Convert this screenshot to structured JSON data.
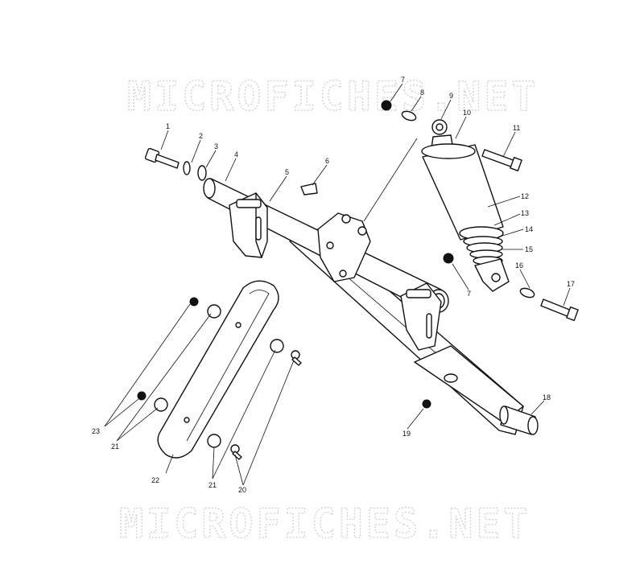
{
  "watermark": {
    "top": "MICROFICHES.NET",
    "bottom": "MICROFICHES.NET"
  },
  "callouts": {
    "c1": "1",
    "c2": "2",
    "c3": "3",
    "c4": "4",
    "c5": "5",
    "c6": "6",
    "c7a": "7",
    "c7b": "7",
    "c8": "8",
    "c9": "9",
    "c10": "10",
    "c11": "11",
    "c12": "12",
    "c13": "13",
    "c14": "14",
    "c15": "15",
    "c16": "16",
    "c17": "17",
    "c18": "18",
    "c19": "19",
    "c20": "20",
    "c21a": "21",
    "c21b": "21",
    "c22": "22",
    "c23": "23"
  }
}
